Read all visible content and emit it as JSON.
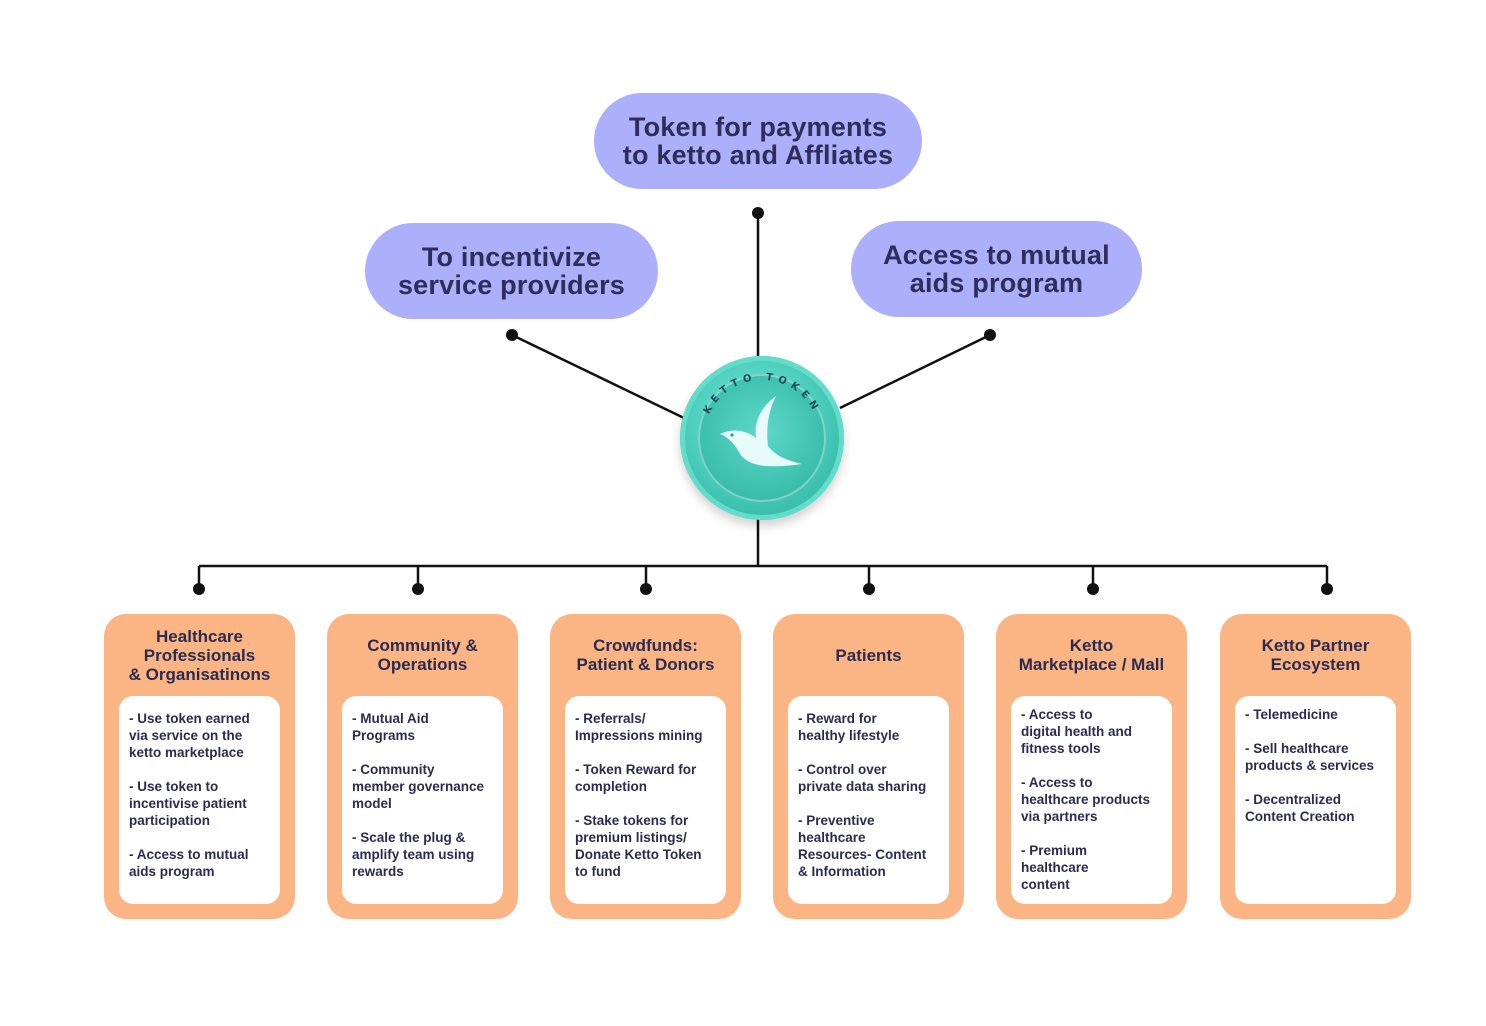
{
  "colors": {
    "pill_fill": "#acaffa",
    "card_fill": "#fbb584",
    "card_body": "#ffffff",
    "coin": "#4fd0bf",
    "line": "#111111"
  },
  "top_nodes": {
    "center": "Token for payments\nto ketto and Affliates",
    "left": "To incentivize\nservice providers",
    "right": "Access to mutual\naids program"
  },
  "coin": {
    "ring_text": "KETTO TOKEN",
    "icon": "bird-icon"
  },
  "cards": [
    {
      "title": "Healthcare\nProfessionals\n& Organisatinons",
      "items": [
        "- Use token earned\n via service on the\n ketto marketplace",
        "- Use token to\nincentivise patient\nparticipation",
        "- Access to mutual\naids program"
      ]
    },
    {
      "title": "Community &\nOperations",
      "items": [
        "- Mutual Aid\nPrograms",
        "- Community\nmember governance\nmodel",
        "- Scale the plug &\namplify team using\nrewards"
      ]
    },
    {
      "title": "Crowdfunds:\nPatient & Donors",
      "items": [
        "- Referrals/\nImpressions mining",
        "- Token Reward for\ncompletion",
        "- Stake tokens for\npremium listings/\nDonate Ketto Token\nto fund"
      ]
    },
    {
      "title": "Patients",
      "items": [
        "- Reward for\nhealthy lifestyle",
        "- Control over\nprivate data sharing",
        "- Preventive\nhealthcare\nResources- Content\n& Information"
      ]
    },
    {
      "title": "Ketto\nMarketplace / Mall",
      "items": [
        "- Access to\ndigital health and\nfitness tools",
        "- Access to\nhealthcare products\nvia partners",
        "- Premium\nhealthcare\ncontent"
      ]
    },
    {
      "title": "Ketto Partner\nEcosystem",
      "items": [
        "- Telemedicine",
        "- Sell healthcare\nproducts & services",
        "- Decentralized\nContent Creation"
      ]
    }
  ]
}
